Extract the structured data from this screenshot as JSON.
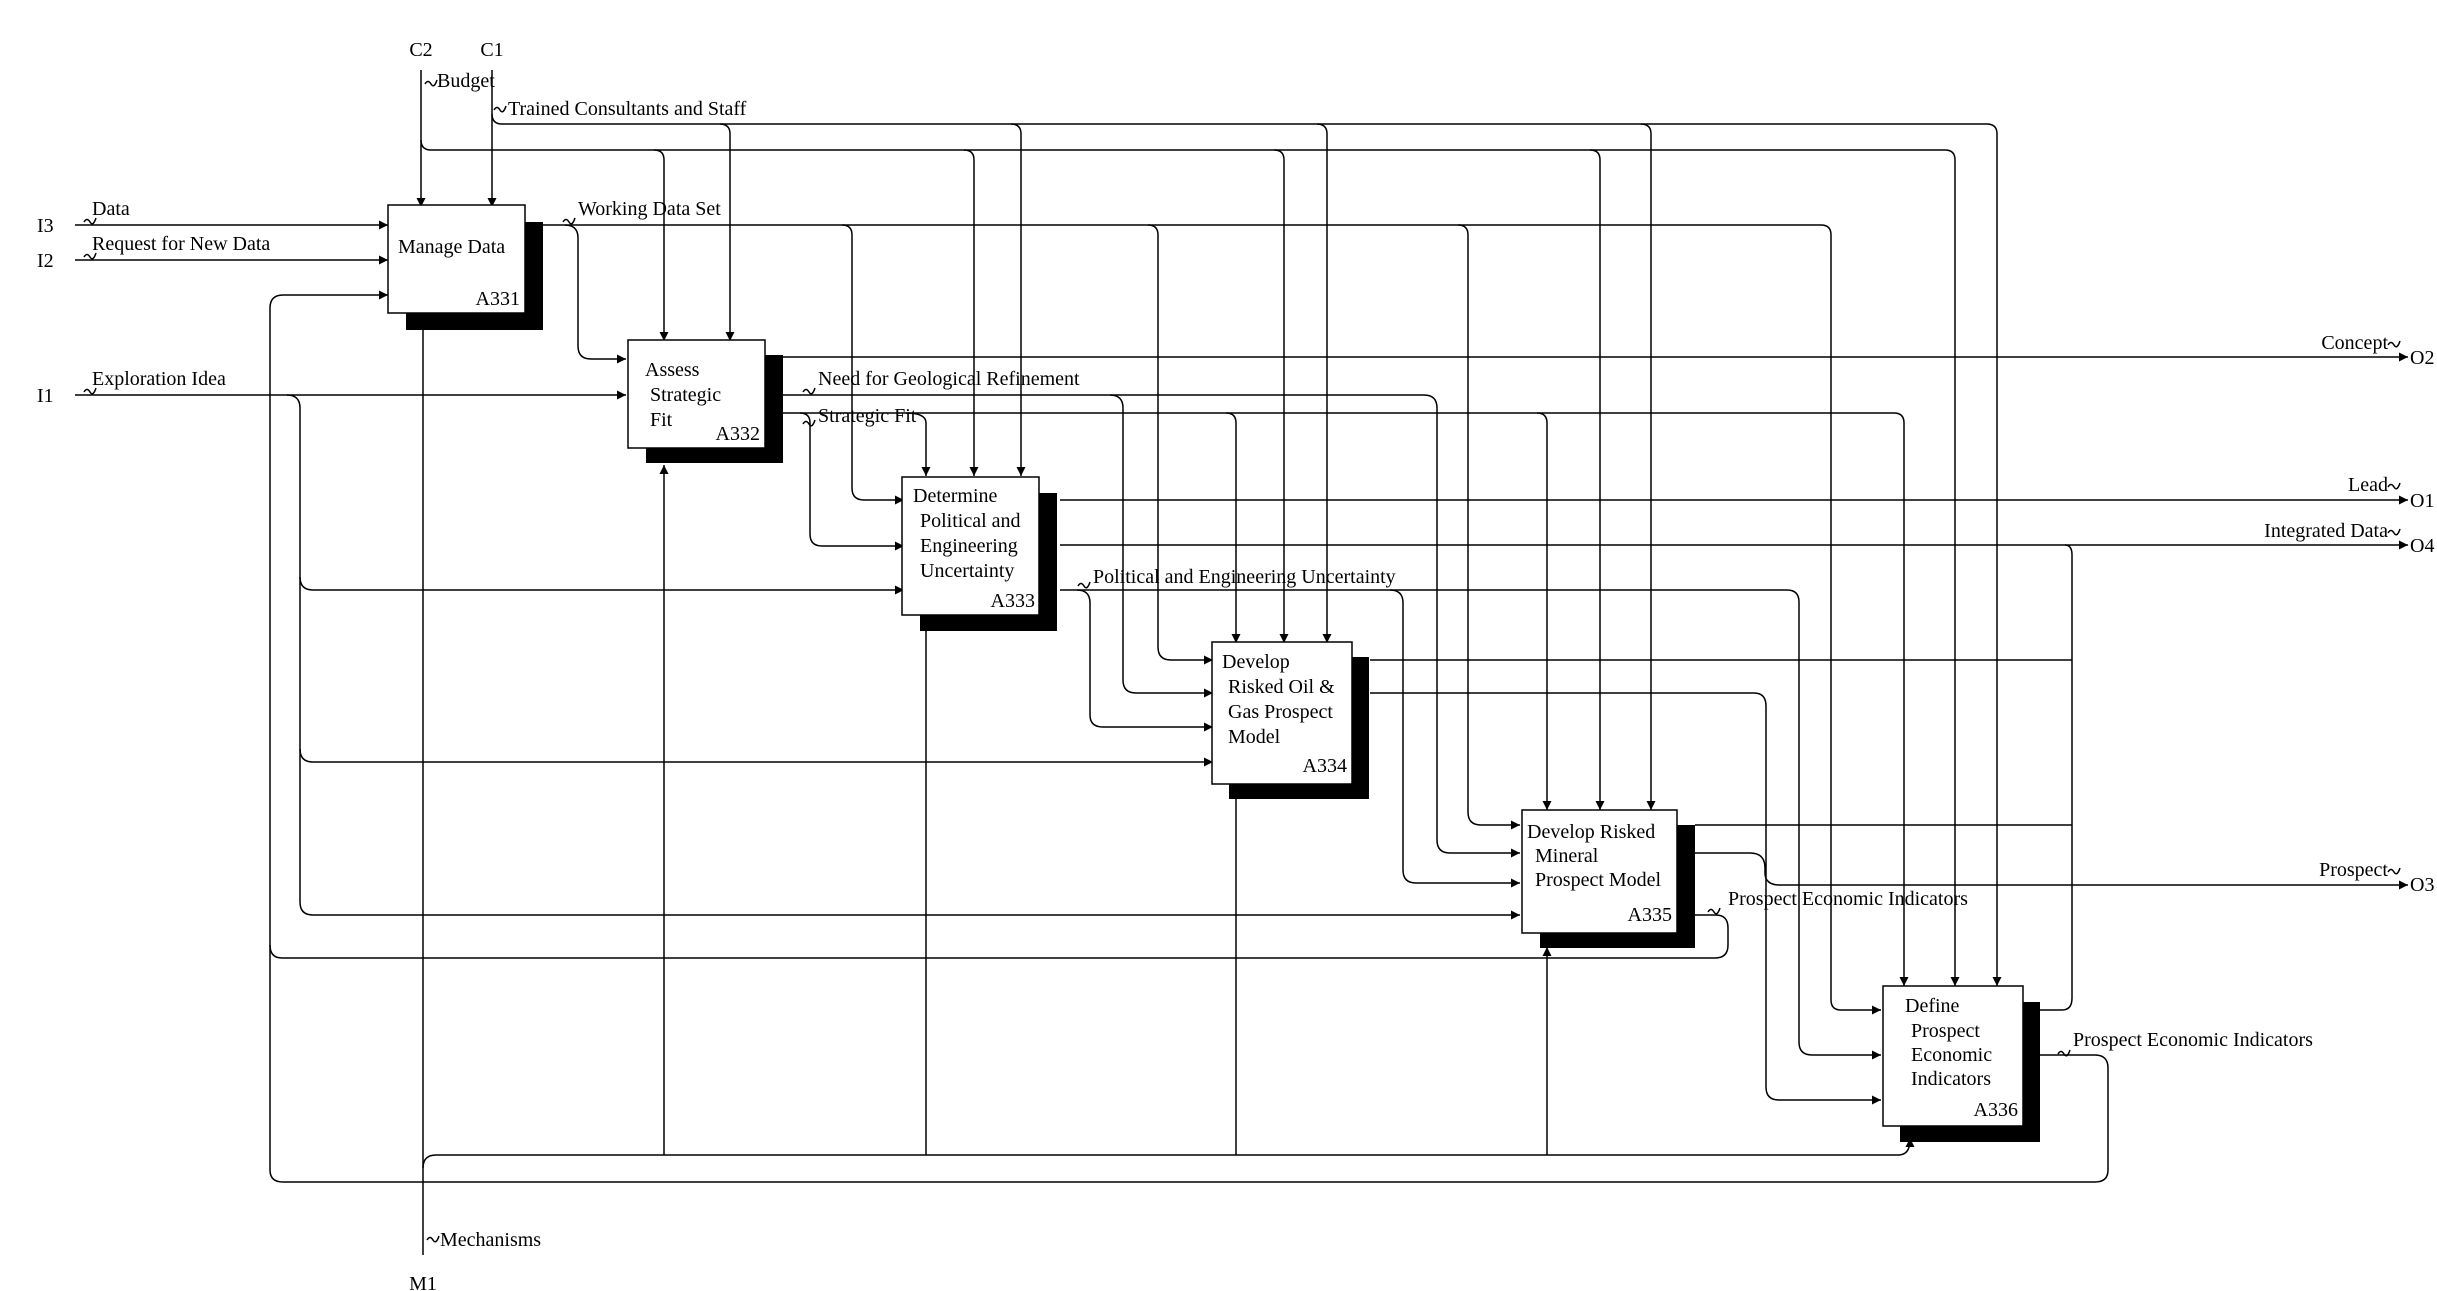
{
  "boundary": {
    "c2": "C2",
    "c1": "C1",
    "i3": "I3",
    "i2": "I2",
    "i1": "I1",
    "o1": "O1",
    "o2": "O2",
    "o3": "O3",
    "o4": "O4",
    "m1": "M1"
  },
  "arrows": {
    "budget": "Budget",
    "trained": "Trained Consultants and Staff",
    "data": "Data",
    "request": "Request for New Data",
    "exploration": "Exploration Idea",
    "working": "Working Data Set",
    "refinement": "Need for Geological Refinement",
    "strategic_fit": "Strategic Fit",
    "political": "Political and Engineering Uncertainty",
    "economic1": "Prospect Economic Indicators",
    "economic2": "Prospect Economic Indicators",
    "mechanisms": "Mechanisms",
    "concept": "Concept",
    "lead": "Lead",
    "integrated": "Integrated Data",
    "prospect": "Prospect"
  },
  "activities": [
    {
      "lines": [
        "Manage Data"
      ],
      "code": "A331"
    },
    {
      "lines": [
        "Assess",
        "Strategic",
        "Fit"
      ],
      "code": "A332"
    },
    {
      "lines": [
        "Determine",
        "Political and",
        "Engineering",
        "Uncertainty"
      ],
      "code": "A333"
    },
    {
      "lines": [
        "Develop",
        "Risked Oil &",
        "Gas Prospect",
        "Model"
      ],
      "code": "A334"
    },
    {
      "lines": [
        "Develop Risked",
        "Mineral",
        "Prospect Model"
      ],
      "code": "A335"
    },
    {
      "lines": [
        "Define",
        "Prospect",
        "Economic",
        "Indicators"
      ],
      "code": "A336"
    }
  ]
}
